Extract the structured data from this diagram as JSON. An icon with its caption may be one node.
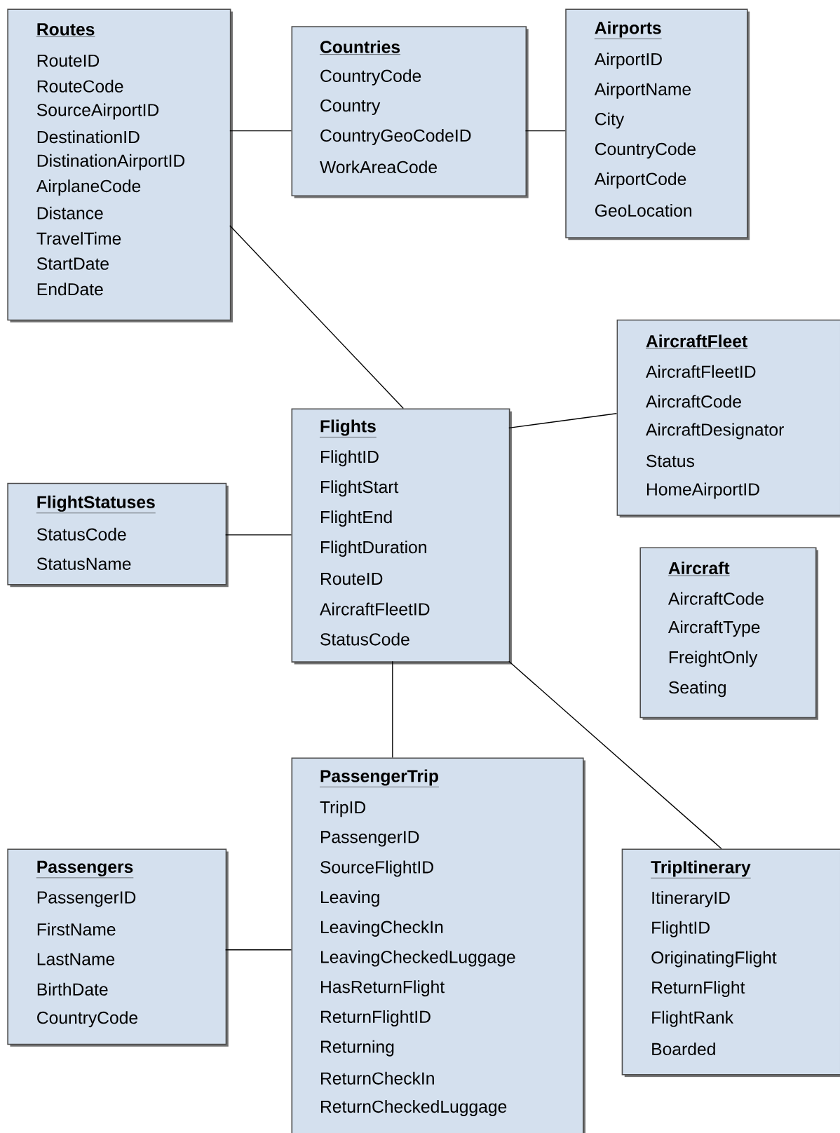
{
  "diagram": {
    "nodes": [
      {
        "text": [
          "Routes",
          "RouteID",
          "RouteCode",
          "SourceAirportID",
          "DestinationID",
          "DistinationAirportID",
          "AirplaneCode",
          "Distance",
          "TravelTime",
          "StartDate",
          "EndDate"
        ]
      },
      {
        "text": [
          "Countries",
          "CountryCode",
          "Country",
          "CountryGeoCodeID",
          "WorkAreaCode"
        ]
      },
      {
        "text": [
          "Airports",
          "AirportID",
          "AirportName",
          "City",
          "CountryCode",
          "AirportCode",
          "GeoLocation"
        ]
      },
      {
        "text": [
          "AircraftFleet",
          "AircraftFleetID",
          "AircraftCode",
          "AircraftDesignator",
          "Status",
          "HomeAirportID"
        ]
      },
      {
        "text": [
          "FlightStatuses",
          "StatusCode",
          "StatusName"
        ]
      },
      {
        "text": [
          "Flights",
          "FlightID",
          "FlightStart",
          "FlightEnd",
          "FlightDuration",
          "RouteID",
          "AircraftFleetID",
          "StatusCode"
        ]
      },
      {
        "text": [
          "Aircraft",
          "AircraftCode",
          "AircraftType",
          "FreightOnly",
          "Seating"
        ]
      },
      {
        "text": [
          "PassengerTrip",
          "TripID",
          "PassengerID",
          "SourceFlightID",
          "Leaving",
          "LeavingCheckIn",
          "LeavingCheckedLuggage",
          "HasReturnFlight",
          "ReturnFlightID",
          "Returning",
          "ReturnCheckIn",
          "ReturnCheckedLuggage"
        ]
      },
      {
        "text": [
          "Passengers",
          "PassengerID",
          "FirstName",
          "LastName",
          "BirthDate",
          "CountryCode"
        ]
      },
      {
        "text": [
          "TripItinerary",
          "ItineraryID",
          "FlightID",
          "OriginatingFlight",
          "ReturnFlight",
          "FlightRank",
          "Boarded"
        ]
      }
    ],
    "edges": [
      {
        "from": 0,
        "to": 1,
        "arrow": "none"
      },
      {
        "from": 1,
        "to": 2,
        "arrow": "none"
      },
      {
        "from": 0,
        "to": 5,
        "arrow": "none"
      },
      {
        "from": 5,
        "to": 3,
        "arrow": "none"
      },
      {
        "from": 4,
        "to": 5,
        "arrow": "none"
      },
      {
        "from": 5,
        "to": 7,
        "arrow": "none"
      },
      {
        "from": 5,
        "to": 9,
        "arrow": "none"
      },
      {
        "from": 8,
        "to": 7,
        "arrow": "none"
      }
    ]
  }
}
